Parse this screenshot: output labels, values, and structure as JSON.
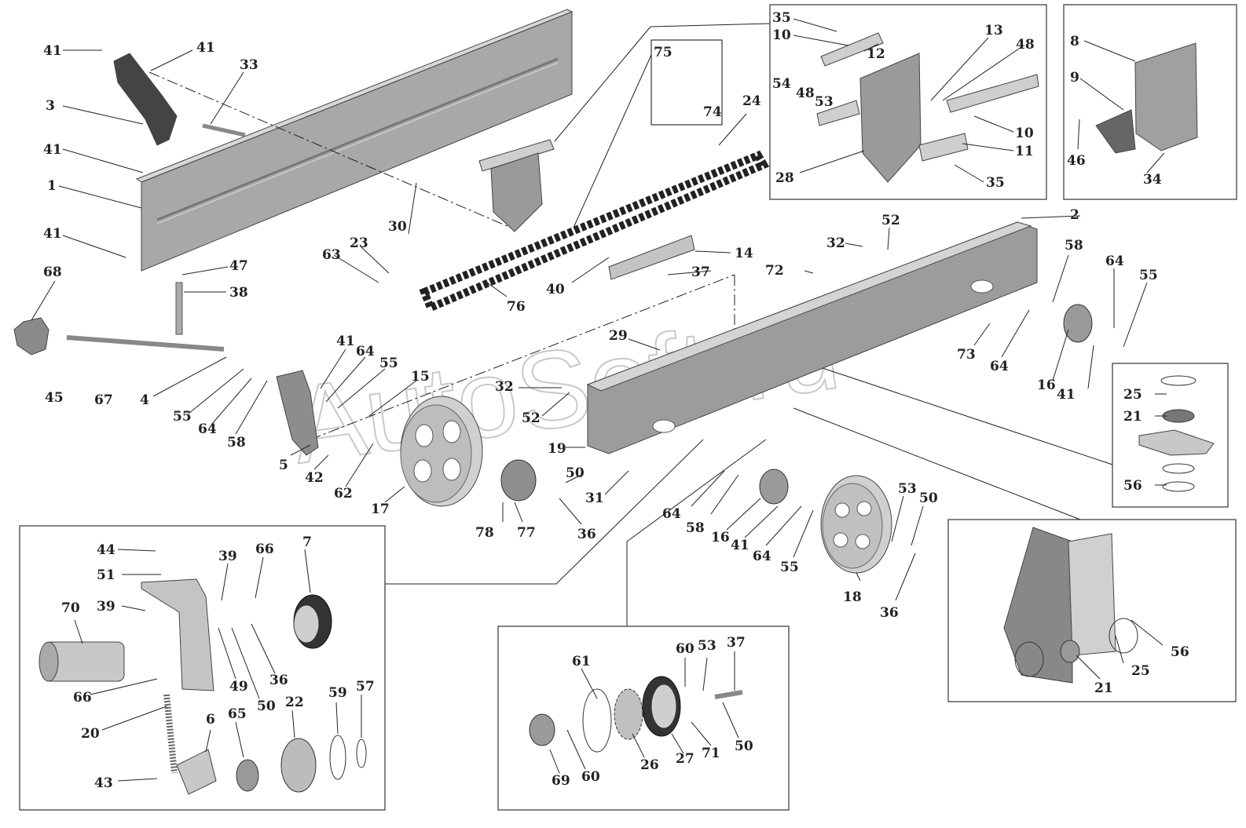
{
  "watermark": "AutoSoft.ru",
  "labels": {
    "l1": "1",
    "l2": "2",
    "l3": "3",
    "l4": "4",
    "l5": "5",
    "l6": "6",
    "l7": "7",
    "l8": "8",
    "l9": "9",
    "l10a": "10",
    "l10b": "10",
    "l11": "11",
    "l12": "12",
    "l13": "13",
    "l14": "14",
    "l15": "15",
    "l16a": "16",
    "l16b": "16",
    "l17": "17",
    "l18": "18",
    "l19": "19",
    "l20": "20",
    "l21a": "21",
    "l21b": "21",
    "l22": "22",
    "l23": "23",
    "l24": "24",
    "l25a": "25",
    "l25b": "25",
    "l26": "26",
    "l27": "27",
    "l28": "28",
    "l29": "29",
    "l30": "30",
    "l31": "31",
    "l32a": "32",
    "l32b": "32",
    "l33": "33",
    "l34": "34",
    "l35a": "35",
    "l35b": "35",
    "l36a": "36",
    "l36b": "36",
    "l36c": "36",
    "l37a": "37",
    "l37b": "37",
    "l38": "38",
    "l39a": "39",
    "l39b": "39",
    "l40": "40",
    "l41a": "41",
    "l41b": "41",
    "l41c": "41",
    "l41d": "41",
    "l41e": "41",
    "l41f": "41",
    "l41g": "41",
    "l42": "42",
    "l43": "43",
    "l44": "44",
    "l45": "45",
    "l46": "46",
    "l47": "47",
    "l48a": "48",
    "l48b": "48",
    "l49": "49",
    "l50a": "50",
    "l50b": "50",
    "l50c": "50",
    "l50d": "50",
    "l51": "51",
    "l52a": "52",
    "l52b": "52",
    "l53a": "53",
    "l53b": "53",
    "l53c": "53",
    "l54": "54",
    "l55a": "55",
    "l55b": "55",
    "l55c": "55",
    "l55d": "55",
    "l56a": "56",
    "l56b": "56",
    "l57": "57",
    "l58a": "58",
    "l58b": "58",
    "l58c": "58",
    "l59": "59",
    "l60a": "60",
    "l60b": "60",
    "l61": "61",
    "l62": "62",
    "l63": "63",
    "l64a": "64",
    "l64b": "64",
    "l64c": "64",
    "l64d": "64",
    "l64e": "64",
    "l65": "65",
    "l66a": "66",
    "l66b": "66",
    "l67": "67",
    "l68": "68",
    "l69": "69",
    "l70": "70",
    "l71": "71",
    "l72": "72",
    "l73": "73",
    "l74": "74",
    "l75": "75",
    "l76": "76",
    "l77": "77",
    "l78": "78"
  },
  "colors": {
    "metal": "#9a9a9a",
    "metal_light": "#cfcfcf",
    "metal_dark": "#5a5a5a",
    "ink": "#222222"
  }
}
